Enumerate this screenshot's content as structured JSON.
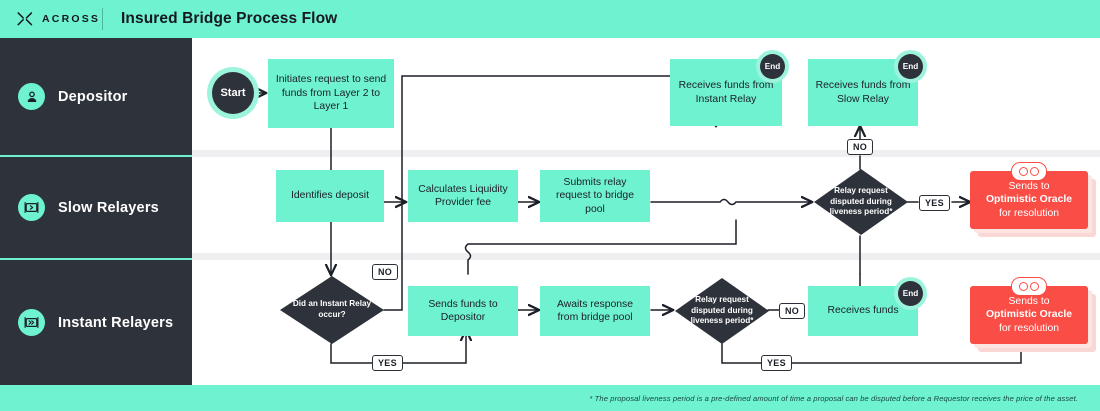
{
  "header": {
    "brand": "ACROSS",
    "brand_icon": "across-x-icon",
    "title": "Insured Bridge Process Flow"
  },
  "lanes": [
    {
      "id": "depositor",
      "label": "Depositor",
      "icon": "person-icon"
    },
    {
      "id": "slow-relayers",
      "label": "Slow Relayers",
      "icon": "relay-single-chevron-icon"
    },
    {
      "id": "instant-relayers",
      "label": "Instant Relayers",
      "icon": "relay-double-chevron-icon"
    }
  ],
  "terminators": {
    "start": "Start",
    "end": "End"
  },
  "nodes": {
    "initiates_request": "Initiates request to send funds from Layer 2 to Layer 1",
    "receives_instant": "Receives funds from Instant Relay",
    "receives_slow": "Receives funds from Slow Relay",
    "identifies_deposit": "Identifies deposit",
    "calculates_fee": "Calculates Liquidity Provider fee",
    "submits_relay": "Submits relay request to bridge pool",
    "slow_dispute": "Relay request disputed during liveness period*",
    "did_instant_relay": "Did an Instant Relay occur?",
    "sends_funds_depositor": "Sends funds to Depositor",
    "awaits_response": "Awaits response from bridge pool",
    "instant_dispute": "Relay request disputed during liveness period*",
    "receives_funds": "Receives funds"
  },
  "oracle_cards": {
    "slow": {
      "line1": "Sends to",
      "line2": "Optimistic Oracle",
      "line3": "for resolution",
      "badge": "OO"
    },
    "instant": {
      "line1": "Sends to",
      "line2": "Optimistic Oracle",
      "line3": "for resolution",
      "badge": "OO"
    }
  },
  "edge_labels": {
    "slow_yes": "YES",
    "slow_no": "NO",
    "instant_no_top": "NO",
    "instant_yes_bottom": "YES",
    "dispute_no": "NO",
    "dispute_yes": "YES"
  },
  "footer": {
    "note": "* The proposal liveness period is a pre-defined amount of time a proposal can be disputed before a Requestor receives the price of the asset."
  },
  "colors": {
    "brand_mint": "#6ff2d0",
    "dark": "#2e323a",
    "danger": "#fa4d46",
    "canvas": "#ffffff",
    "band": "#efeff1"
  }
}
